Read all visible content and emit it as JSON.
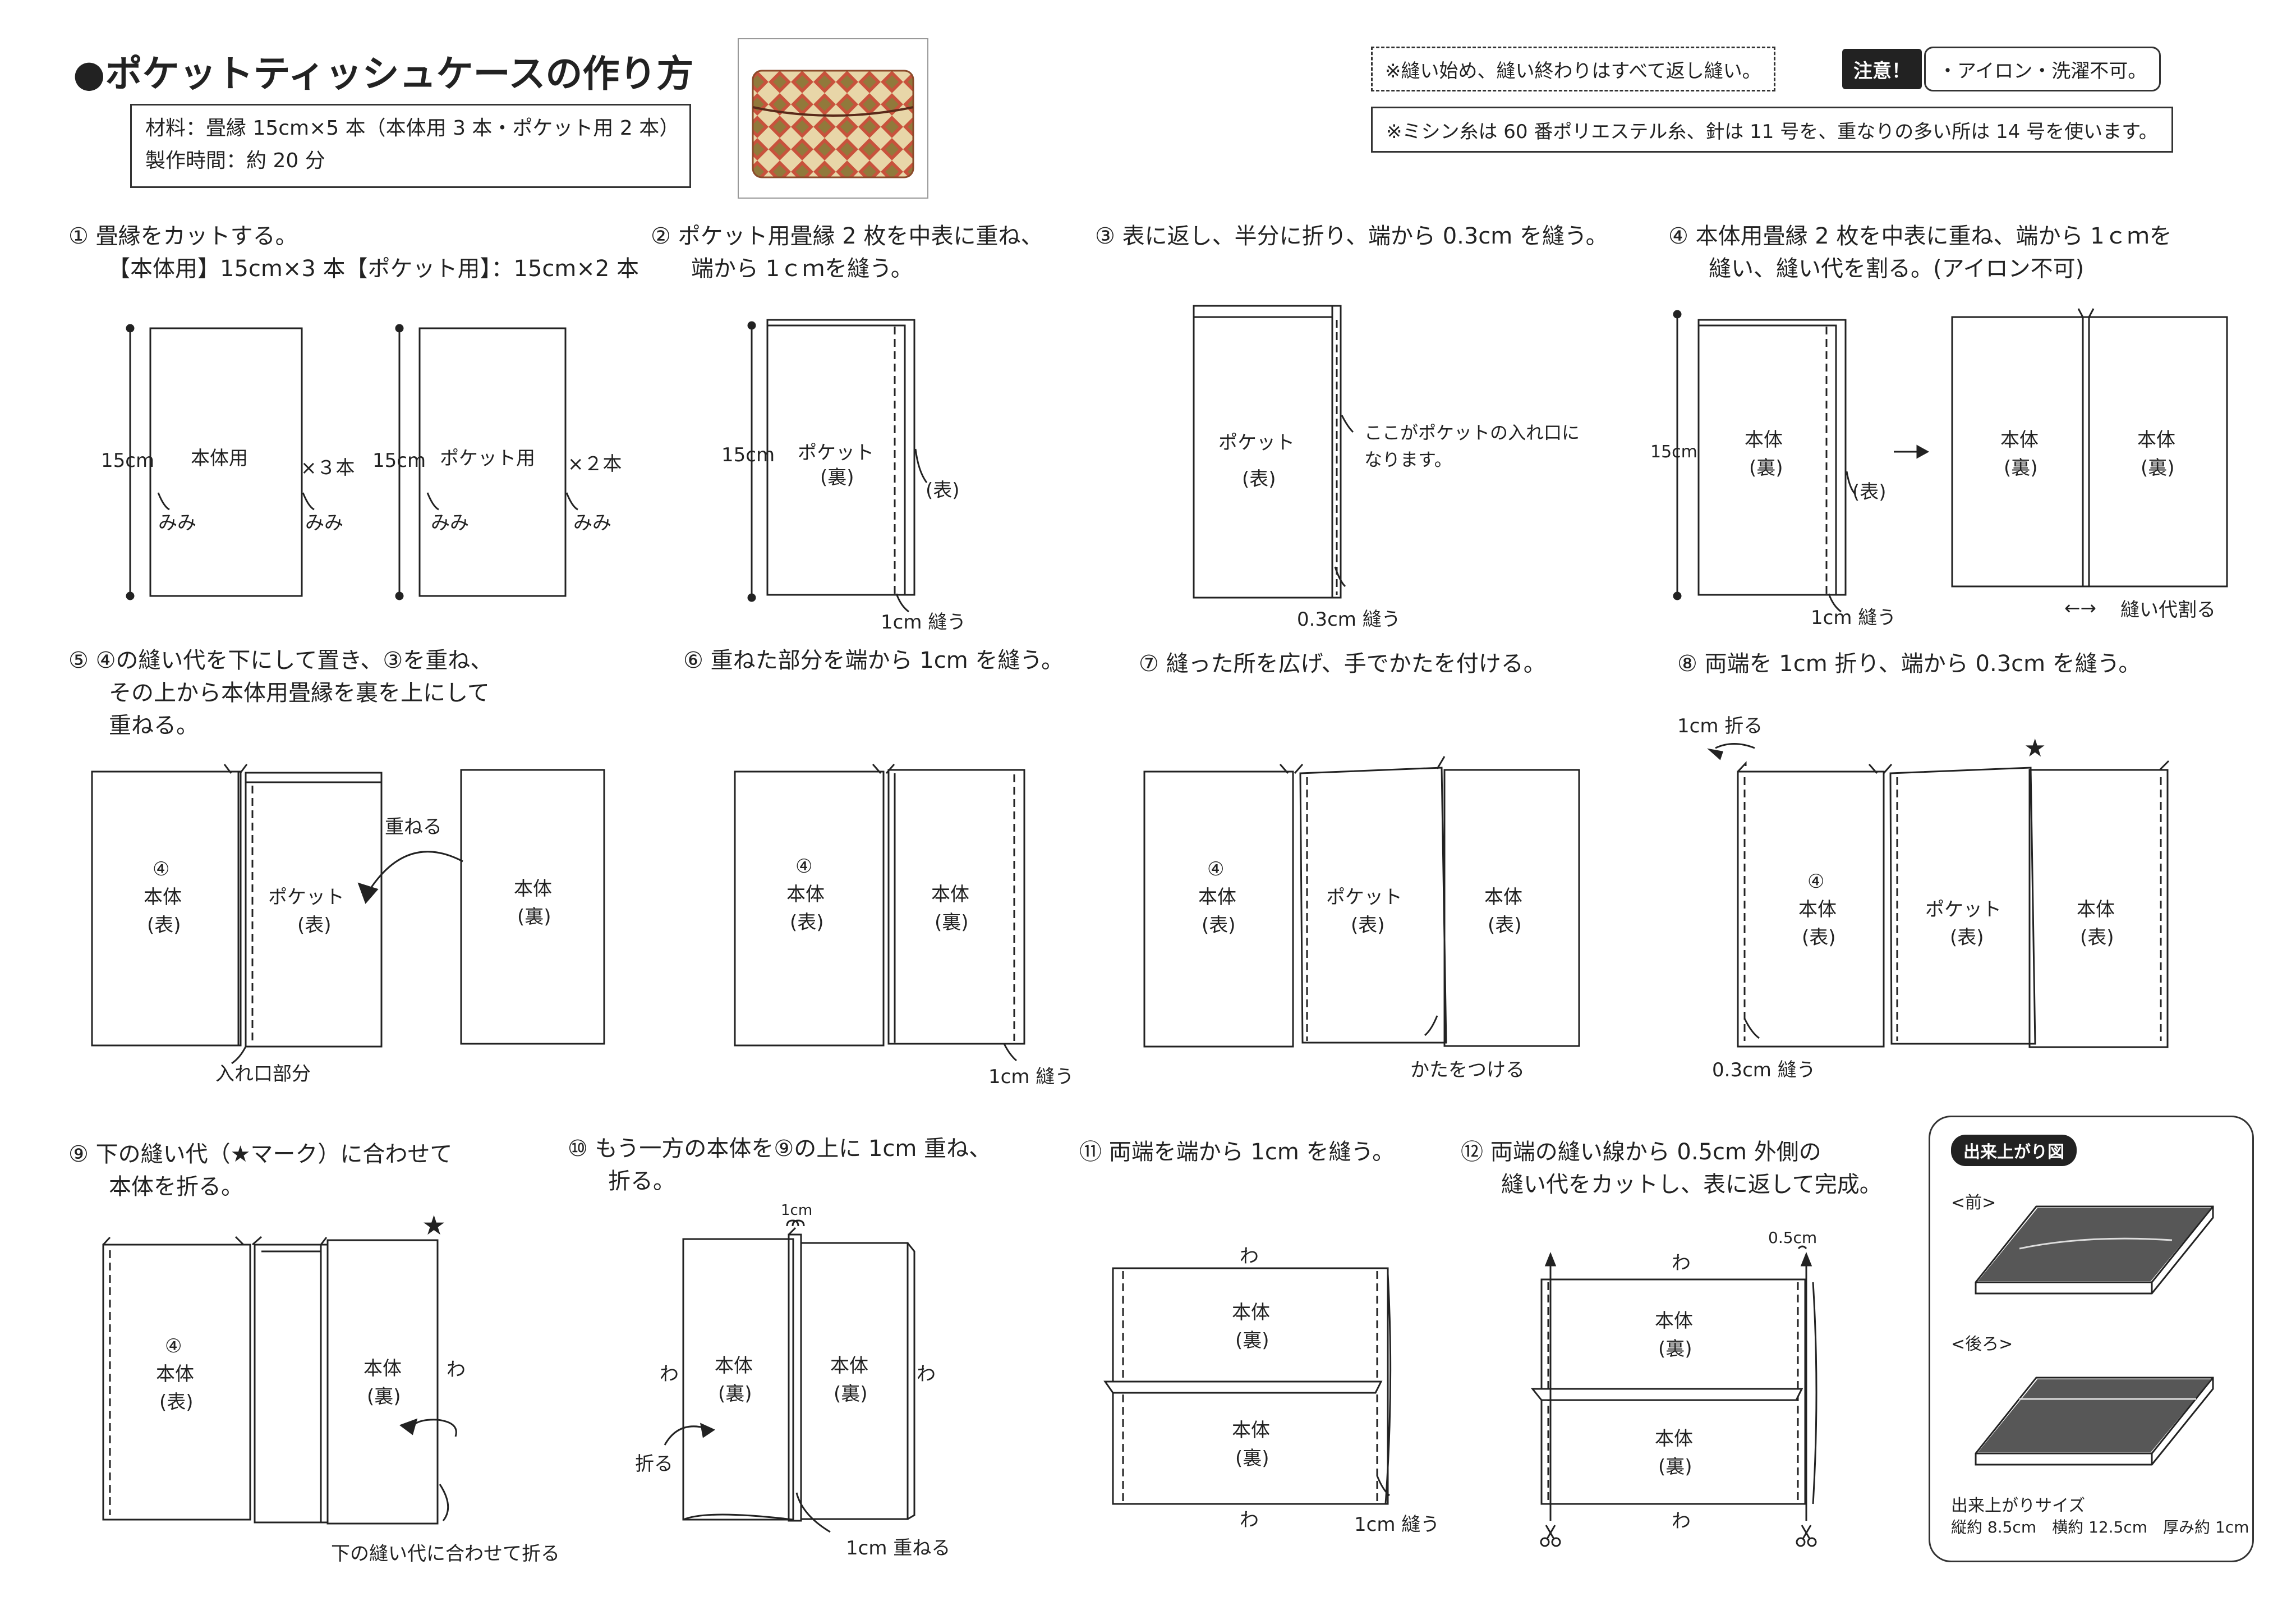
{
  "header": {
    "title": "●ポケットティッシュケースの作り方",
    "materials": "材料：畳縁 15cm×5 本（本体用 3 本・ポケット用 2 本）",
    "time": "製作時間：約 20 分",
    "note_backstitch": "※縫い始め、縫い終わりはすべて返し縫い。",
    "caution_badge": "注意！",
    "caution_text": "・アイロン・洗濯不可。",
    "note_thread": "※ミシン糸は 60 番ポリエステル糸、針は 11 号を、重なりの多い所は 14 号を使います。"
  },
  "steps": {
    "s1": [
      "① 畳縁をカットする。",
      "【本体用】15cm×3 本【ポケット用】：15cm×2 本"
    ],
    "s2": [
      "② ポケット用畳縁 2 枚を中表に重ね、",
      "端から 1ｃｍを縫う。"
    ],
    "s3": [
      "③ 表に返し、半分に折り、端から 0.3cm を縫う。"
    ],
    "s4": [
      "④ 本体用畳縁 2 枚を中表に重ね、端から 1ｃｍを",
      "縫い、縫い代を割る。(アイロン不可)"
    ],
    "s5": [
      "⑤ ④の縫い代を下にして置き、③を重ね、",
      "その上から本体用畳縁を裏を上にして",
      "重ねる。"
    ],
    "s6": [
      "⑥ 重ねた部分を端から 1cm を縫う。"
    ],
    "s7": [
      "⑦ 縫った所を広げ、手でかたを付ける。"
    ],
    "s8": [
      "⑧ 両端を 1cm 折り、端から 0.3cm を縫う。"
    ],
    "s9": [
      "⑨ 下の縫い代（★マーク）に合わせて",
      "本体を折る。"
    ],
    "s10": [
      "⑩ もう一方の本体を⑨の上に 1cm 重ね、",
      "折る。"
    ],
    "s11": [
      "⑪ 両端を端から 1cm を縫う。"
    ],
    "s12": [
      "⑫ 両端の縫い線から 0.5cm 外側の",
      "縫い代をカットし、表に返して完成。"
    ]
  },
  "labels": {
    "cm15": "15cm",
    "hontaiyou": "本体用",
    "pocketyou": "ポケット用",
    "x3": "×３本",
    "x2": "×２本",
    "mimi": "みみ",
    "pocket": "ポケット",
    "ura": "(裏)",
    "omote": "(表)",
    "omote_p": "(表)",
    "sew1": "1cm 縫う",
    "sew03": "0.3cm 縫う",
    "entry": [
      "ここがポケットの入れ口に",
      "なります。"
    ],
    "hontai": "本体",
    "seam_open": "縫い代割る",
    "arrows_lr": "←→",
    "circ4": "④",
    "kasaneru": "重ねる",
    "iriguchi": "入れ口部分",
    "katawo": "かたをつける",
    "fold1": "1cm 折る",
    "star": "★",
    "wa": "わ",
    "fold_to": "下の縫い代に合わせて折る",
    "ori": "折る",
    "cm1": "1cm",
    "overlap1": "1cm 重ねる",
    "cm05": "0.5cm"
  },
  "finish": {
    "heading": "出来上がり図",
    "front": "<前>",
    "back": "<後ろ>",
    "size_label": "出来上がりサイズ",
    "size_values": "縦約 8.5cm　横約 12.5cm　厚み約 1cm"
  },
  "colors": {
    "photo_red": "#c8523c",
    "photo_cream": "#e8d6a8",
    "photo_green": "#7a8a3a"
  },
  "icons": [
    "scissors-icon",
    "arrow-icon",
    "curved-arrow-icon",
    "star-icon"
  ]
}
